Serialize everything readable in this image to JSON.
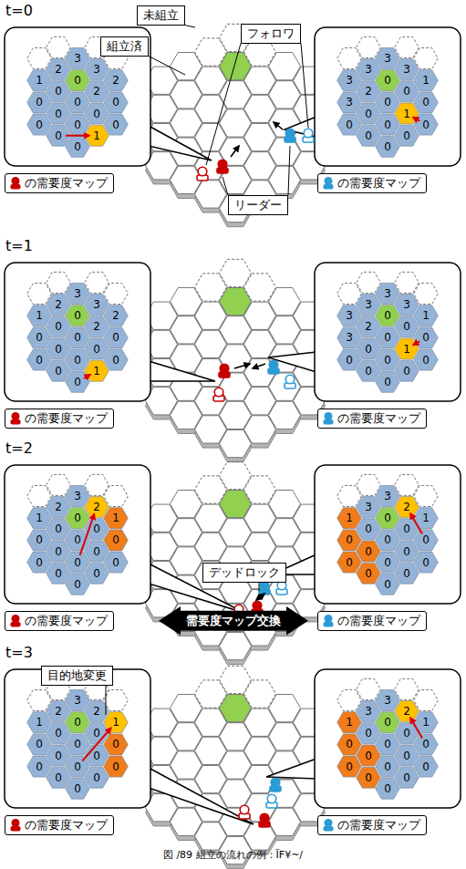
{
  "diagram": {
    "caption": "図 /89 組立の流れの例：ÏF¥~/",
    "nodes": [
      {
        "text": [
          "未組立"
        ]
      },
      {
        "text": [
          "組立済"
        ]
      },
      {
        "text": [
          "フォロワ"
        ]
      },
      {
        "text": [
          "リーダー"
        ]
      },
      {
        "text": [
          "の需要度マップ"
        ]
      },
      {
        "text": [
          "の需要度マップ"
        ]
      },
      {
        "text": [
          "の需要度マップ"
        ]
      },
      {
        "text": [
          "の需要度マップ"
        ]
      },
      {
        "text": [
          "デッドロック"
        ]
      },
      {
        "text": [
          "の需要度マップ"
        ]
      },
      {
        "text": [
          "の需要度マップ"
        ]
      },
      {
        "text": [
          "需要度マップ交換"
        ]
      },
      {
        "text": [
          "目的地変更"
        ]
      },
      {
        "text": [
          "の需要度マップ"
        ]
      },
      {
        "text": [
          "の需要度マップ"
        ]
      }
    ],
    "labels": [
      "t=0",
      "t=1",
      "t=2",
      "t=3",
      "1",
      "0",
      "0",
      "2",
      "0",
      "0",
      "0",
      "3",
      "0",
      "0",
      "0",
      "0",
      "3",
      "2",
      "0",
      "1",
      "2",
      "0",
      "0",
      "3",
      "3",
      "0",
      "3",
      "2",
      "0",
      "0",
      "3",
      "0",
      "0",
      "0",
      "0",
      "3",
      "0",
      "1",
      "0",
      "1",
      "0",
      "0",
      "1",
      "0",
      "0",
      "2",
      "0",
      "0",
      "0",
      "3",
      "0",
      "0",
      "0",
      "0",
      "3",
      "2",
      "0",
      "1",
      "2",
      "0",
      "0",
      "3",
      "3",
      "0",
      "3",
      "2",
      "0",
      "0",
      "3",
      "0",
      "0",
      "0",
      "0",
      "3",
      "0",
      "1",
      "0",
      "1",
      "0",
      "0",
      "1",
      "0",
      "0",
      "2",
      "0",
      "0",
      "0",
      "3",
      "0",
      "0",
      "0",
      "0",
      "2",
      "0",
      "0",
      "0",
      "1",
      "0",
      "0",
      "1",
      "0",
      "0",
      "3",
      "0",
      "0",
      "0",
      "3",
      "0",
      "0",
      "0",
      "0",
      "2",
      "0",
      "0",
      "0",
      "1",
      "0",
      "0",
      "1",
      "0",
      "0",
      "2",
      "0",
      "0",
      "0",
      "3",
      "0",
      "0",
      "0",
      "0",
      "2",
      "0",
      "0",
      "0",
      "1",
      "0",
      "0",
      "1",
      "0",
      "0",
      "3",
      "0",
      "0",
      "0",
      "3",
      "0",
      "0",
      "0",
      "0",
      "2",
      "0",
      "0",
      "0",
      "1",
      "0",
      "0"
    ]
  }
}
